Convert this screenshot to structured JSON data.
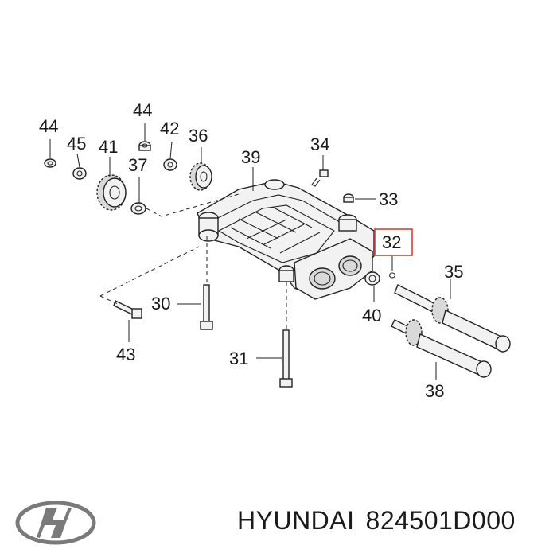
{
  "callouts": {
    "c44a": "44",
    "c45": "45",
    "c41": "41",
    "c44b": "44",
    "c37": "37",
    "c42": "42",
    "c36": "36",
    "c39": "39",
    "c34": "34",
    "c33": "33",
    "c32": "32",
    "c35": "35",
    "c30": "30",
    "c40": "40",
    "c43": "43",
    "c31": "31",
    "c38": "38"
  },
  "highlight_color": "#d9403a",
  "brand_logo": "hyundai-logo",
  "footer": {
    "brand": "HYUNDAI",
    "part_number": "824501D000"
  }
}
